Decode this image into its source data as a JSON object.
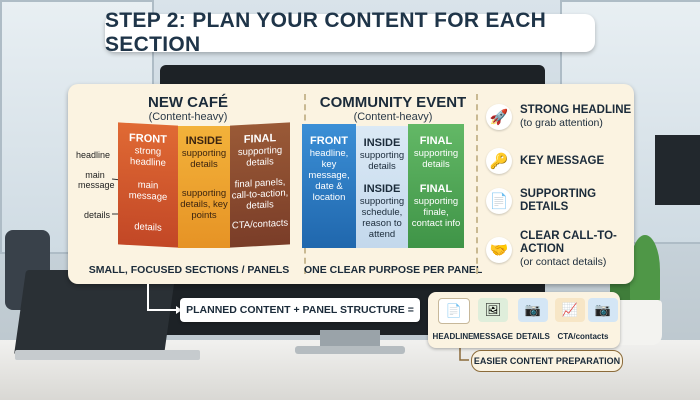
{
  "title": "STEP 2: PLAN YOUR CONTENT FOR EACH SECTION",
  "cafe": {
    "title": "NEW CAFÉ",
    "subtitle": "(Content-heavy)",
    "labels": [
      "headline",
      "main message",
      "details"
    ],
    "panels": [
      {
        "heading": "FRONT",
        "lines": [
          "strong headline",
          "main message",
          "details"
        ]
      },
      {
        "heading": "INSIDE",
        "lines": [
          "supporting details",
          "supporting details, key points"
        ]
      },
      {
        "heading": "FINAL",
        "lines": [
          "supporting details",
          "final panels, call-to-action, details",
          "CTA/contacts"
        ]
      }
    ],
    "footer": "SMALL, FOCUSED SECTIONS / PANELS"
  },
  "event": {
    "title": "COMMUNITY EVENT",
    "subtitle": "(Content-heavy)",
    "panels": [
      {
        "heading": "FRONT",
        "lines": [
          "headline, key message, date & location"
        ]
      },
      {
        "heading": "INSIDE",
        "lines": [
          "supporting details"
        ]
      },
      {
        "heading": "INSIDE",
        "lines": [
          "supporting schedule, reason to attend"
        ]
      },
      {
        "heading": "FINAL",
        "lines": [
          "supporting details"
        ]
      },
      {
        "heading": "FINAL",
        "lines": [
          "supporting finale, contact info"
        ]
      }
    ],
    "footer": "ONE CLEAR PURPOSE PER PANEL"
  },
  "features": [
    {
      "icon": "rocket-icon",
      "glyph": "🚀",
      "title": "STRONG HEADLINE",
      "note": "(to grab attention)"
    },
    {
      "icon": "key-icon",
      "glyph": "🔑",
      "title": "KEY MESSAGE",
      "note": ""
    },
    {
      "icon": "document-icon",
      "glyph": "📄",
      "title": "SUPPORTING DETAILS",
      "note": ""
    },
    {
      "icon": "handshake-icon",
      "glyph": "🤝",
      "title": "CLEAR CALL-TO-ACTION",
      "note": "(or contact details)"
    }
  ],
  "equation": "PLANNED CONTENT + PANEL STRUCTURE =",
  "result_items": [
    {
      "icon": "headline-doc-icon",
      "glyph": "📄",
      "label": "HEADLINE"
    },
    {
      "icon": "image-icon",
      "glyph": "🖼",
      "label": "MESSAGE"
    },
    {
      "icon": "camera-icon",
      "glyph": "📷",
      "label": "DETAILS"
    },
    {
      "icon": "chart-icon",
      "glyph": "📈",
      "label": "CTA/contacts"
    }
  ],
  "easier": "EASIER CONTENT PREPARATION",
  "colors": {
    "title_text": "#1f3549",
    "panel_bg": "#fbf3e1",
    "cafe_front": "#d4562e",
    "cafe_inside": "#efa32b",
    "cafe_final": "#8c4a2f",
    "event_front": "#2f7fc6",
    "event_inside": "#cfe2f2",
    "event_final": "#52a95a"
  }
}
